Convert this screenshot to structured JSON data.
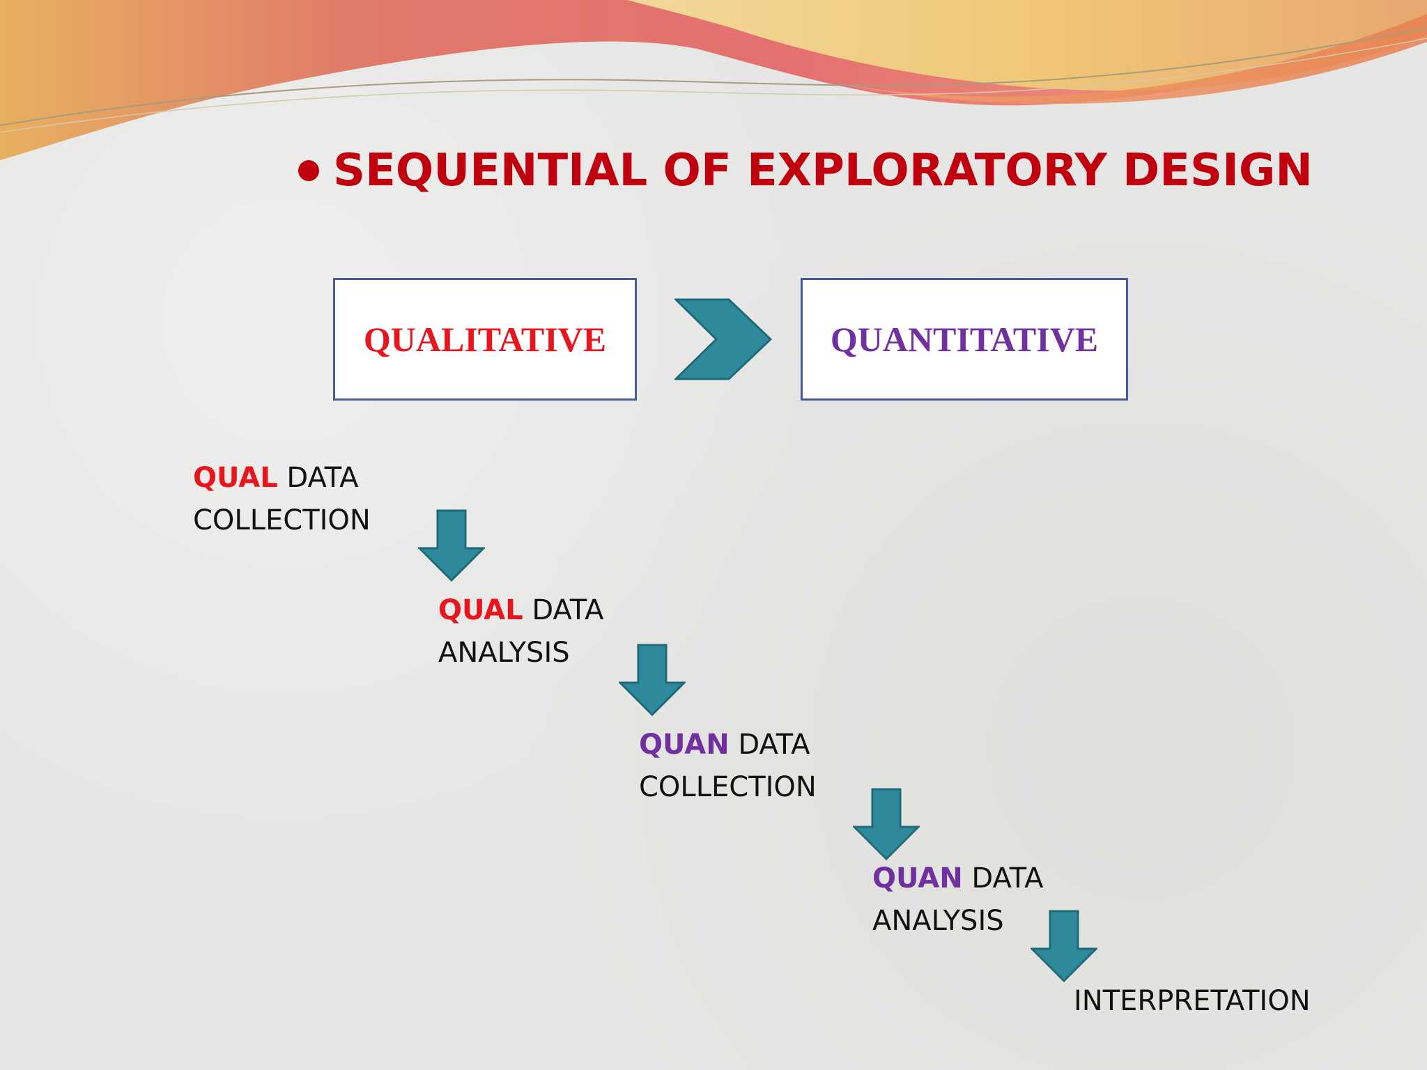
{
  "slide": {
    "title": "SEQUENTIAL OF EXPLORATORY DESIGN"
  },
  "flow": {
    "from_label": "QUALITATIVE",
    "to_label": "QUANTITATIVE"
  },
  "steps": [
    {
      "keyword": "QUAL",
      "rest": " DATA",
      "line2": "COLLECTION"
    },
    {
      "keyword": "QUAL",
      "rest": " DATA",
      "line2": "ANALYSIS"
    },
    {
      "keyword": "QUAN",
      "rest": " DATA",
      "line2": "COLLECTION"
    },
    {
      "keyword": "QUAN",
      "rest": " DATA",
      "line2": "ANALYSIS"
    },
    {
      "label": "INTERPRETATION"
    }
  ],
  "colors": {
    "title": "#c0000e",
    "qual": "#e8141e",
    "quan": "#7030a0",
    "arrow": "#2e8a9a",
    "box_border": "#4a5c98"
  },
  "icons": {
    "bullet": "bullet-icon",
    "chevron": "chevron-right-icon",
    "down_arrow": "arrow-down-icon"
  }
}
